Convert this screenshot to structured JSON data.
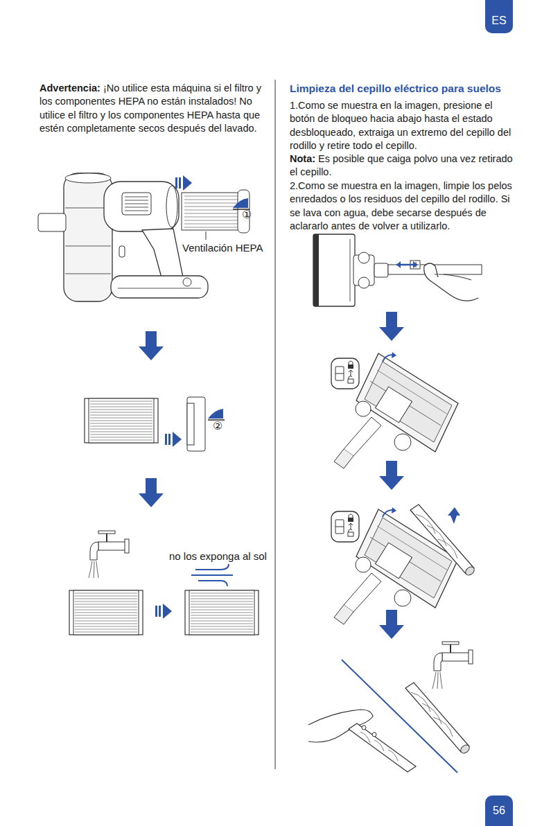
{
  "diagram": {
    "title": "Limpieza del cepillo eléctrico para suelos",
    "nodes": [
      {
        "text": [
          "ES"
        ]
      },
      {
        "text": [
          "56"
        ]
      }
    ],
    "labels": [
      "Advertencia:",
      "¡No utilice esta máquina si el filtro y los componentes HEPA no están instalados! No utilice el filtro y los componentes HEPA hasta que estén completamente secos después del lavado.",
      "①",
      "Ventilación HEPA",
      "②",
      "no los exponga al sol",
      "1.Como se muestra en la imagen, presione el botón de bloqueo hacia abajo hasta el estado desbloqueado, extraiga un extremo del cepillo del rodillo y retire todo el cepillo.",
      "Nota:",
      "Es posible que caiga polvo una vez retirado el cepillo.",
      "2.Como se muestra en la imagen, limpie los pelos enredados o los residuos del cepillo del rodillo. Si se lava con agua, debe secarse después de aclararlo antes de volver a utilizarlo."
    ]
  }
}
